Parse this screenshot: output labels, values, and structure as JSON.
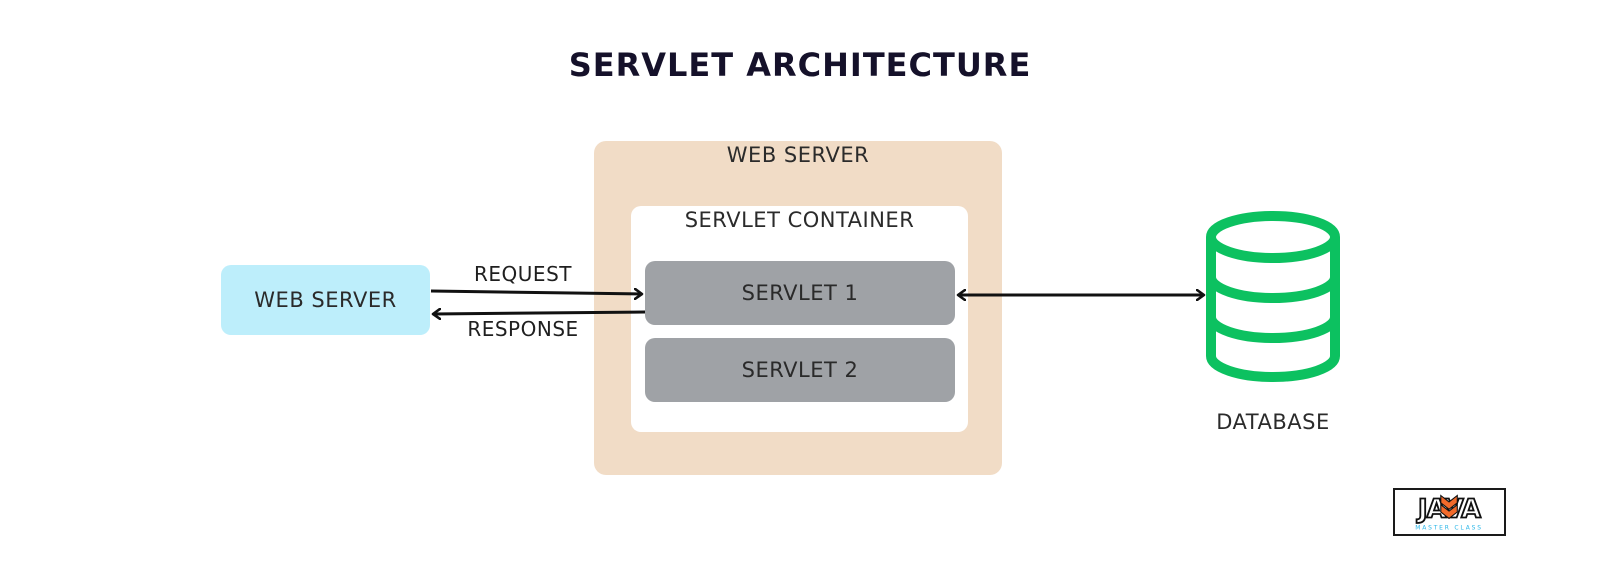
{
  "title": "SERVLET ARCHITECTURE",
  "client": {
    "label": "WEB SERVER"
  },
  "web_server": {
    "label": "WEB SERVER",
    "container": {
      "label": "SERVLET CONTAINER",
      "servlets": [
        {
          "label": "SERVLET 1"
        },
        {
          "label": "SERVLET 2"
        }
      ]
    }
  },
  "arrows": {
    "request": "REQUEST",
    "response": "RESPONSE"
  },
  "database": {
    "label": "DATABASE",
    "icon": "database-icon"
  },
  "logo": {
    "icon": "java-master-class-logo",
    "wordmark": "JAVA",
    "subtitle": "MASTER CLASS"
  },
  "colors": {
    "title": "#15112a",
    "web_server_bg": "#f1dcc6",
    "container_bg": "#ffffff",
    "servlet_bg": "#9fa2a6",
    "client_bg": "#bdeefb",
    "database": "#0cc160",
    "logo_accent": "#f26a2a",
    "logo_sub": "#29b6e8"
  }
}
